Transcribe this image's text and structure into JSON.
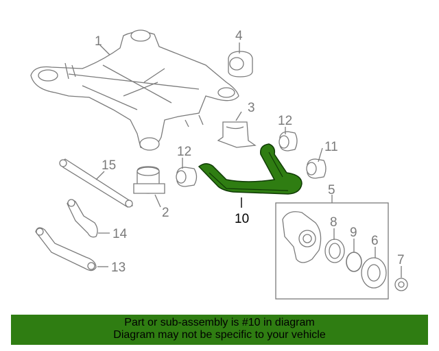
{
  "diagram": {
    "callouts": {
      "c1": "1",
      "c2": "2",
      "c3": "3",
      "c4": "4",
      "c5": "5",
      "c6": "6",
      "c7": "7",
      "c8": "8",
      "c9": "9",
      "c10": "10",
      "c11": "11",
      "c12a": "12",
      "c12b": "12",
      "c13": "13",
      "c14": "14",
      "c15": "15"
    },
    "highlight_color": "#2f7d12",
    "line_color": "#7a7a7a"
  },
  "banner": {
    "line1": "Part or sub-assembly is #10 in diagram",
    "line2": "Diagram may not be specific to your vehicle",
    "background": "#2f7d12"
  }
}
